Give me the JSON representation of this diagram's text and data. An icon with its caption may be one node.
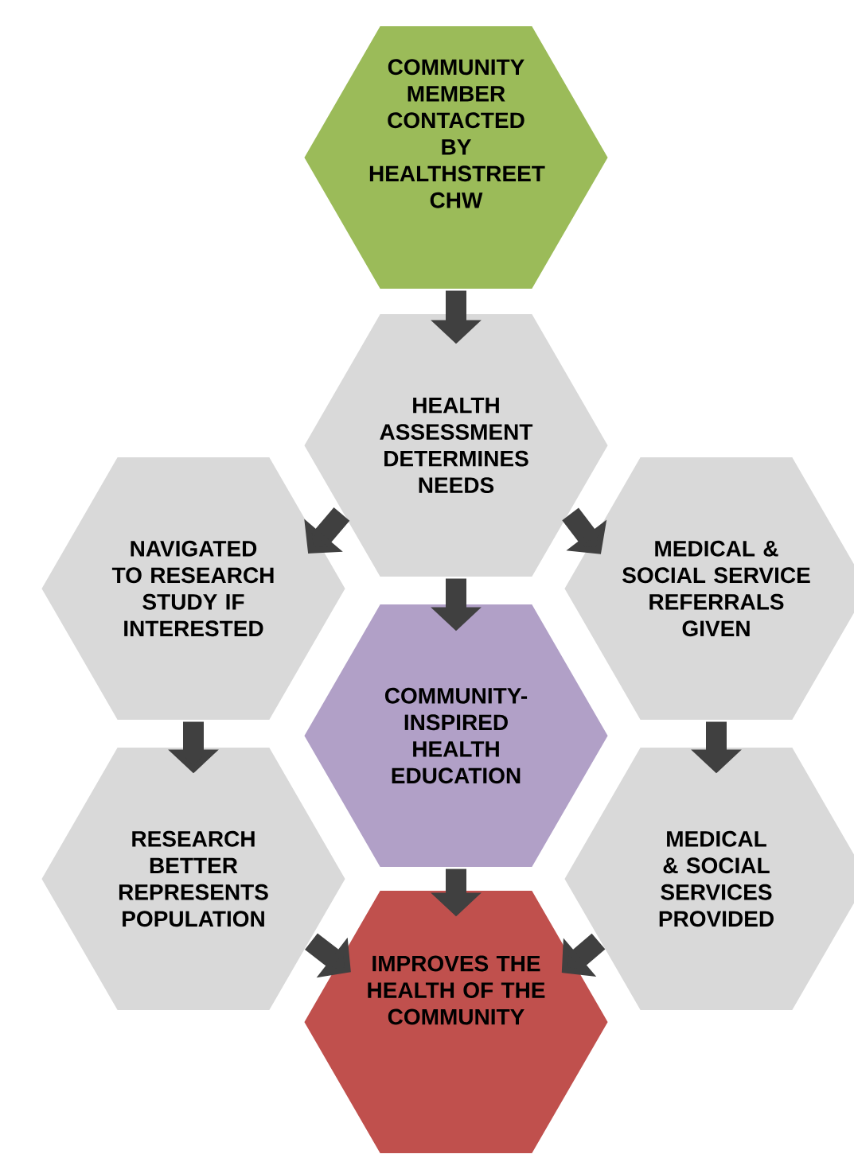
{
  "diagram": {
    "nodes": [
      {
        "text": [
          "COMMUNITY MEMBER CONTACTED BY HEALTHSTREET CHW"
        ]
      },
      {
        "text": [
          "HEALTH ASSESSMENT DETERMINES NEEDS"
        ]
      },
      {
        "text": [
          "NAVIGATED TO RESEARCH STUDY IF INTERESTED"
        ]
      },
      {
        "text": [
          "MEDICAL & SOCIAL SERVICE REFERRALS GIVEN"
        ]
      },
      {
        "text": [
          "COMMUNITY-INSPIRED HEALTH EDUCATION"
        ]
      },
      {
        "text": [
          "RESEARCH BETTER REPRESENTS POPULATION"
        ]
      },
      {
        "text": [
          "MEDICAL & SOCIAL SERVICES PROVIDED"
        ]
      },
      {
        "text": [
          "IMPROVES THE HEALTH OF THE COMMUNITY"
        ]
      }
    ],
    "edges": [
      {
        "from": 0,
        "to": 1,
        "arrow": "to"
      },
      {
        "from": 1,
        "to": 2,
        "arrow": "to"
      },
      {
        "from": 1,
        "to": 3,
        "arrow": "to"
      },
      {
        "from": 1,
        "to": 4,
        "arrow": "to"
      },
      {
        "from": 2,
        "to": 5,
        "arrow": "to"
      },
      {
        "from": 3,
        "to": 6,
        "arrow": "to"
      },
      {
        "from": 4,
        "to": 7,
        "arrow": "to"
      },
      {
        "from": 5,
        "to": 7,
        "arrow": "to"
      },
      {
        "from": 6,
        "to": 7,
        "arrow": "to"
      }
    ]
  }
}
